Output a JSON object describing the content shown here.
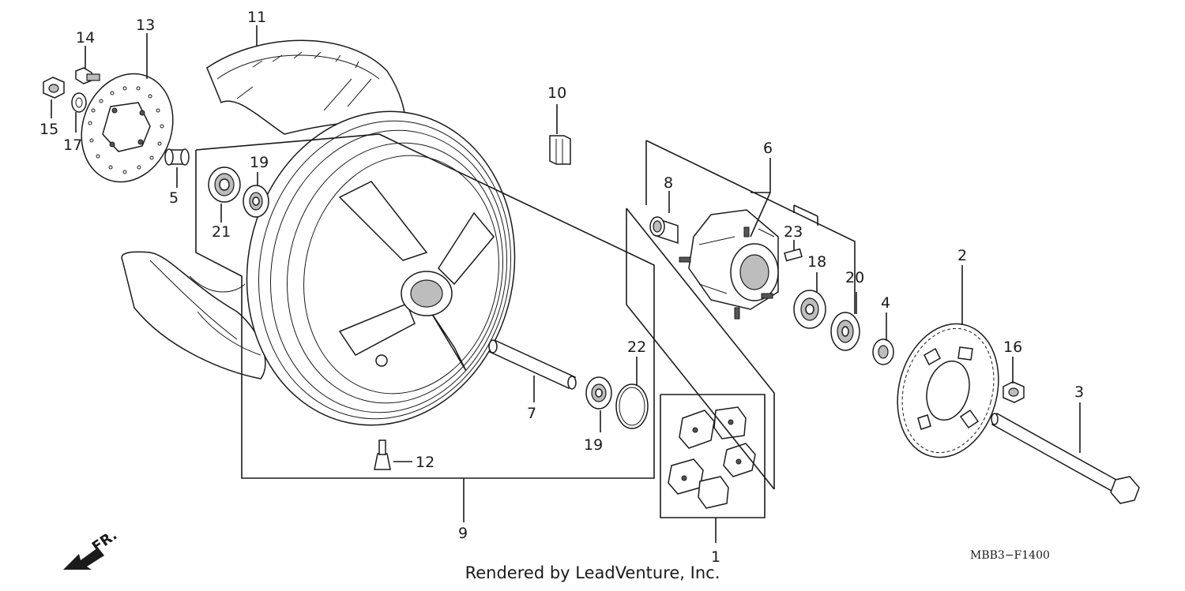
{
  "diagram": {
    "callouts": [
      "1",
      "2",
      "3",
      "4",
      "5",
      "6",
      "7",
      "8",
      "9",
      "10",
      "11",
      "12",
      "13",
      "14",
      "15",
      "16",
      "17",
      "18",
      "19",
      "19",
      "20",
      "21",
      "22",
      "23"
    ],
    "front_marker": "FR.",
    "drawing_code": "MBB3−F1400",
    "credit": "Rendered by LeadVenture, Inc.",
    "line_color": "#1a1a1a",
    "background": "#ffffff"
  }
}
